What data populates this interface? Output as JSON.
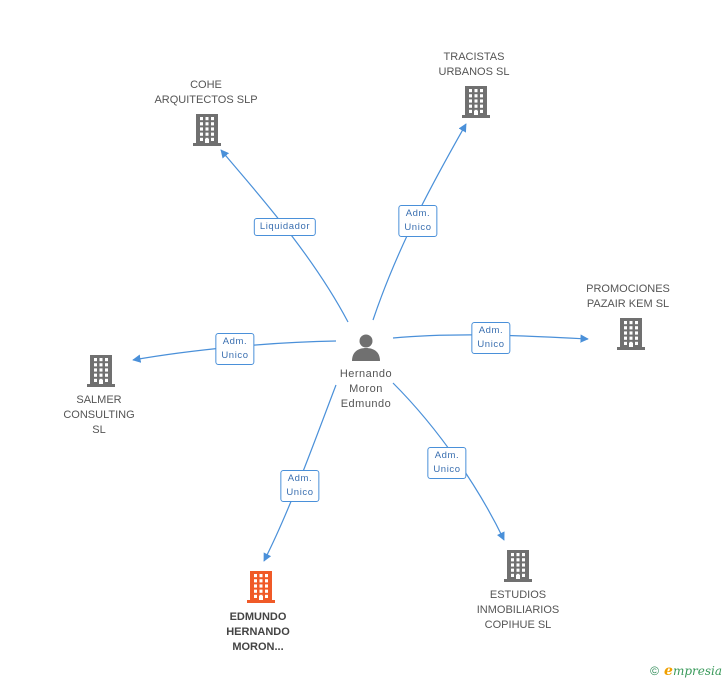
{
  "center": {
    "name_lines": [
      "Hernando",
      "Moron",
      "Edmundo"
    ],
    "icon": "person-icon"
  },
  "companies": [
    {
      "id": "cohe",
      "name_lines": [
        "COHE",
        "ARQUITECTOS SLP"
      ],
      "role_lines": [
        "Liquidador"
      ],
      "color": "#707070"
    },
    {
      "id": "tracistas",
      "name_lines": [
        "TRACISTAS",
        "URBANOS SL"
      ],
      "role_lines": [
        "Adm.",
        "Unico"
      ],
      "color": "#707070"
    },
    {
      "id": "promociones",
      "name_lines": [
        "PROMOCIONES",
        "PAZAIR KEM SL"
      ],
      "role_lines": [
        "Adm.",
        "Unico"
      ],
      "color": "#707070"
    },
    {
      "id": "salmer",
      "name_lines": [
        "SALMER",
        "CONSULTING",
        "SL"
      ],
      "role_lines": [
        "Adm.",
        "Unico"
      ],
      "color": "#707070"
    },
    {
      "id": "edmundo",
      "name_lines": [
        "EDMUNDO",
        "HERNANDO",
        "MORON..."
      ],
      "role_lines": [
        "Adm.",
        "Unico"
      ],
      "color": "#f05a28",
      "highlight": true
    },
    {
      "id": "estudios",
      "name_lines": [
        "ESTUDIOS",
        "INMOBILIARIOS",
        "COPIHUE SL"
      ],
      "role_lines": [
        "Adm.",
        "Unico"
      ],
      "color": "#707070"
    }
  ],
  "colors": {
    "edge": "#4a90d9",
    "icon": "#707070",
    "highlight": "#f05a28",
    "person": "#707070"
  },
  "footer": {
    "copyright": "©",
    "brand": "mpresia",
    "brand_initial": "e"
  }
}
